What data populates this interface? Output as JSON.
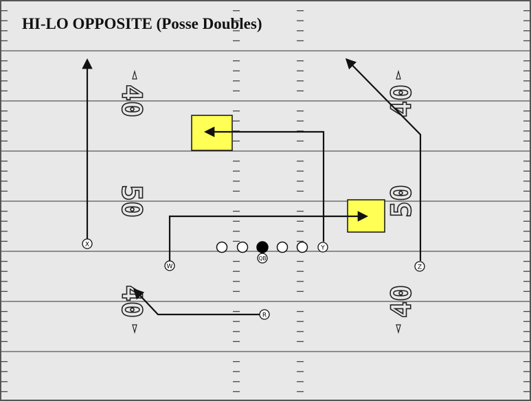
{
  "title": "HI-LO OPPOSITE (Posse Doubles)",
  "field": {
    "background_color": "#e8e8e8",
    "border_color": "#555555",
    "yard_numbers": {
      "left_top": "40",
      "left_middle": "50",
      "left_bottom": "40",
      "right_top": "40",
      "right_middle": "50",
      "right_bottom": "40"
    }
  },
  "players": {
    "x": "X",
    "w": "W",
    "qb": "QB",
    "y": "Y",
    "z": "Z",
    "r": "R"
  },
  "colors": {
    "zone_fill": "#ffff55",
    "route_line": "#111111",
    "qb_fill": "#000000"
  }
}
